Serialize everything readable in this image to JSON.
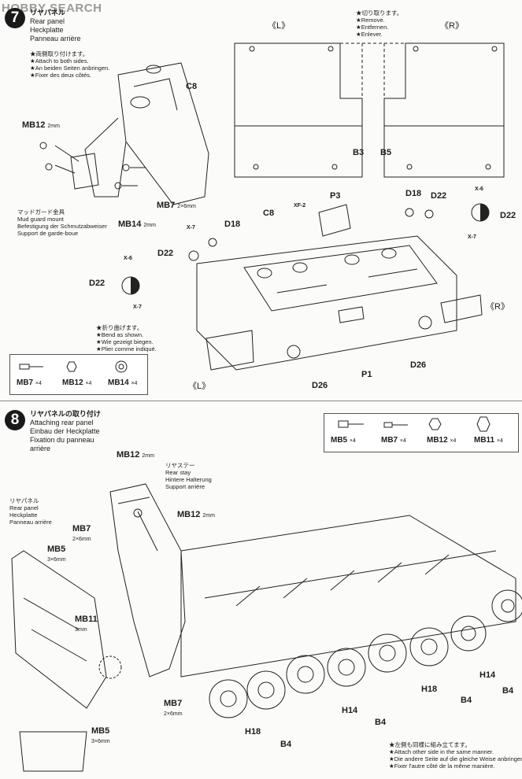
{
  "watermark": "HOBBY SEARCH",
  "step7": {
    "number": "7",
    "title_lines": [
      "リヤパネル",
      "Rear panel",
      "Heckplatte",
      "Panneau arrière"
    ],
    "attach_note": [
      "★両側取り付けます。",
      "★Attach to both sides.",
      "★An beiden Seiten anbringen.",
      "★Fixer des deux côtés."
    ],
    "remove_note": [
      "★切り取ります。",
      "★Remove.",
      "★Entfernen.",
      "★Enlever."
    ],
    "bend_note": [
      "★折り曲げます。",
      "★Bend as shown.",
      "★Wie gezeigt biegen.",
      "★Plier comme indiqué."
    ],
    "mud_guard_label": [
      "マッドガード金具",
      "Mud guard mount",
      "Befestigung der Schmutzabweiser",
      "Support de garde-boue"
    ],
    "side_left": "《L》",
    "side_right": "《R》",
    "parts": [
      {
        "name": "MB7",
        "qty": "×4"
      },
      {
        "name": "MB12",
        "qty": "×4"
      },
      {
        "name": "MB14",
        "qty": "×4"
      }
    ],
    "labels": {
      "c8_top": "C8",
      "mb12": "MB12",
      "mb12_size": "2mm",
      "mb7": "MB7",
      "mb7_size": "2×6mm",
      "mb14": "MB14",
      "mb14_size": "2mm",
      "b3": "B3",
      "b5": "B5",
      "p3": "P3",
      "xf2": "XF-2",
      "d18_right": "D18",
      "d22_right_top": "D22",
      "d22_far": "D22",
      "x6_far": "X-6",
      "x7_far": "X-7",
      "x7_left": "X-7",
      "d18_left": "D18",
      "c8_mid": "C8",
      "d22_left": "D22",
      "d22_circle": "D22",
      "x6_circle": "X-6",
      "x7_circle": "X-7",
      "d26_left": "D26",
      "d26_right": "D26",
      "p1": "P1",
      "r_bottom": "《R》",
      "l_bottom": "《L》"
    }
  },
  "step8": {
    "number": "8",
    "title_lines": [
      "リヤパネルの取り付け",
      "Attaching rear panel",
      "Einbau der Heckplatte",
      "Fixation du panneau",
      "arrière"
    ],
    "rear_panel": [
      "リヤパネル",
      "Rear panel",
      "Heckplatte",
      "Panneau arrière"
    ],
    "rear_stay": [
      "リヤステー",
      "Rear stay",
      "Hintere Halterung",
      "Support arrière"
    ],
    "other_side_note": [
      "★左側も同様に組み立てます。",
      "★Attach other side in the same manner.",
      "★Die andere Seite auf die gleiche Weise anbringen.",
      "★Fixer l'autre côté de la même manière."
    ],
    "parts": [
      {
        "name": "MB5",
        "qty": "×4"
      },
      {
        "name": "MB7",
        "qty": "×4"
      },
      {
        "name": "MB12",
        "qty": "×4"
      },
      {
        "name": "MB11",
        "qty": "×4"
      }
    ],
    "labels": {
      "mb12_top": "MB12",
      "mb12_top_size": "2mm",
      "mb12_mid": "MB12",
      "mb12_mid_size": "2mm",
      "mb7_left": "MB7",
      "mb7_left_size": "2×6mm",
      "mb5_left": "MB5",
      "mb5_left_size": "3×6mm",
      "mb11": "MB11",
      "mb11_size": "3mm",
      "mb7_bottom": "MB7",
      "mb7_bottom_size": "2×6mm",
      "mb5_bottom": "MB5",
      "mb5_bottom_size": "3×6mm",
      "h18_left": "H18",
      "b4_left": "B4",
      "h14_mid": "H14",
      "b4_mid": "B4",
      "h18_right": "H18",
      "b4_right": "B4",
      "h14_right": "H14",
      "b4_far": "B4"
    }
  }
}
